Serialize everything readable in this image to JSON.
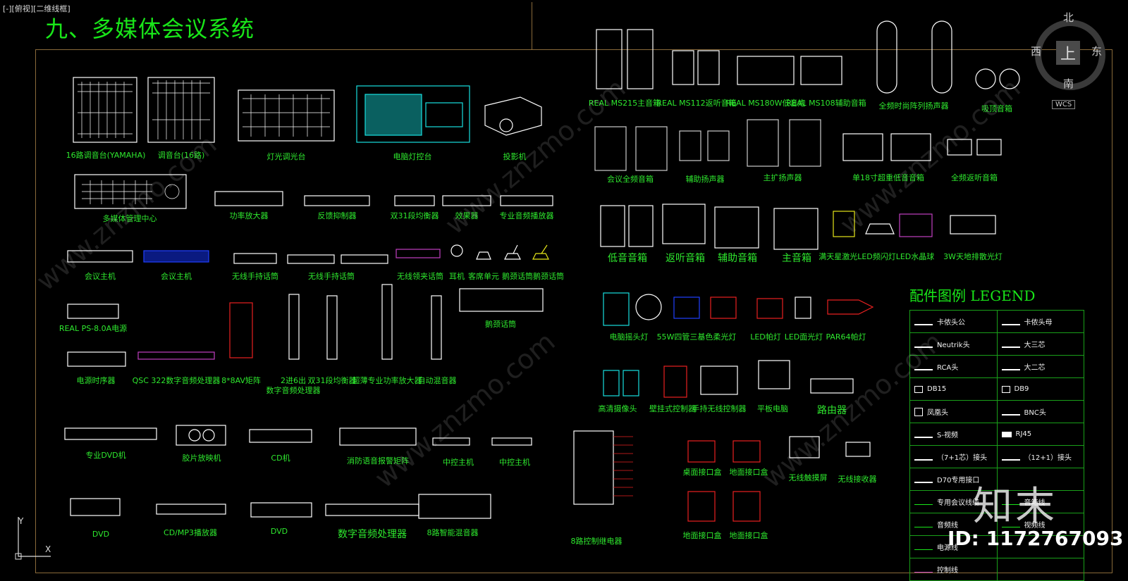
{
  "viewport_tag": "[-][俯视][二维线框]",
  "title": "九、多媒体会议系统",
  "labels": [
    "16路调音台(YAMAHA)",
    "调音台(16路)",
    "灯光调光台",
    "电脑灯控台",
    "投影机",
    "多媒体管理中心",
    "功率放大器",
    "反馈抑制器",
    "双31段均衡器",
    "效果器",
    "专业音频播放器",
    "会议主机",
    "会议主机",
    "无线手持话筒",
    "无线手持话筒",
    "无线领夹话筒",
    "耳机",
    "客席单元",
    "鹅颈话筒",
    "鹅颈话筒",
    "REAL  PS-8.0A电源",
    "鹅颈话筒",
    "电源时序器",
    "QSC 322数字音频处理器",
    "8*8AV矩阵",
    "2进6出",
    "数字音频处理器",
    "双31段均衡器",
    "超薄专业功率放大器",
    "自动混音器",
    "专业DVD机",
    "胶片放映机",
    "CD机",
    "消防语音报警矩阵",
    "中控主机",
    "中控主机",
    "DVD",
    "CD/MP3播放器",
    "DVD",
    "数字音频处理器",
    "8路智能混音器",
    "REAL  MS215主音箱",
    "REAL  MS112返听音箱",
    "REAL  MS180W低音炮",
    "REAL  MS108辅助音箱",
    "全频时尚阵列扬声器",
    "吸顶音箱",
    "会议全频音箱",
    "辅助扬声器",
    "主扩扬声器",
    "单18寸超重低音音箱",
    "全频返听音箱",
    "低音音箱",
    "返听音箱",
    "辅助音箱",
    "主音箱",
    "满天星激光LED频闪灯",
    "LED水晶球",
    "3W天地排散光灯",
    "电脑摇头灯",
    "55W四管三基色柔光灯",
    "LED帕灯",
    "LED面光灯",
    "PAR64帕灯",
    "高清摄像头",
    "壁挂式控制器",
    "手持无线控制器",
    "平板电脑",
    "路由器",
    "桌面接口盒",
    "地面接口盒",
    "无线触摸屏",
    "无线接收器",
    "地面接口盒",
    "地面接口盒",
    "8路控制继电器"
  ],
  "legend": {
    "title": "配件图例  LEGEND",
    "rows": [
      [
        "卡侬头公",
        "卡侬头母"
      ],
      [
        "Neutrik头",
        "大三芯"
      ],
      [
        "RCA头",
        "大二芯"
      ],
      [
        "DB15",
        "DB9"
      ],
      [
        "凤凰头",
        "BNC头"
      ],
      [
        "S-视频",
        "RJ45"
      ],
      [
        "（7+1芯）接头",
        "（12+1）接头"
      ],
      [
        "D70专用接口",
        ""
      ]
    ],
    "lines": [
      "专用会议线缆",
      "音频线",
      "电源线",
      "控制线"
    ],
    "lines_right": [
      "音箱线",
      "视频线"
    ]
  },
  "compass": {
    "north": "北",
    "south": "南",
    "east": "东",
    "west": "西",
    "top": "上",
    "wcs": "WCS"
  },
  "ucs": {
    "x": "X",
    "y": "Y"
  },
  "watermark": "www.znzmo.com",
  "logo": "知末",
  "id": "ID: 1172767093",
  "colors": {
    "label": "#2ee82e",
    "device": "#ffffff",
    "accent_cyan": "#18e0e0",
    "accent_red": "#e82020",
    "accent_blue": "#2040ff",
    "frame": "#8a6a3a"
  }
}
